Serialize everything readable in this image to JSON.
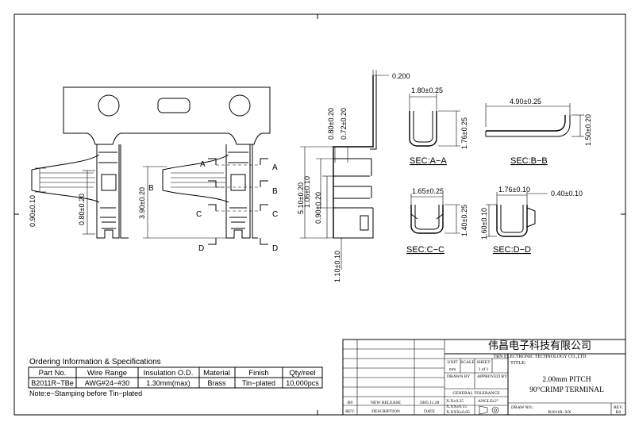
{
  "dimensions": {
    "pitch_height": "0.200",
    "sec_a_width": "1.80±0.25",
    "sec_a_height": "1.76±0.25",
    "sec_b_width": "4.90±0.25",
    "sec_b_height": "1.50±0.20",
    "sec_c_width": "1.65±0.25",
    "sec_c_height": "1.40±0.25",
    "sec_d_width": "1.76±0.10",
    "sec_d_tab": "0.40±0.10",
    "sec_d_height": "1.60±0.10",
    "left_090": "0.90±0.10",
    "left_080": "0.80±0.20",
    "mid_390": "3.90±0.20",
    "side_080": "0.80±0.20",
    "side_072": "0.72±0.20",
    "side_106": "1.06±0.10",
    "side_510": "5.10±0.20",
    "side_090": "0.90±0.20",
    "side_110": "1.10±0.10"
  },
  "section_labels": {
    "a": "A",
    "b": "B",
    "c": "C",
    "d": "D",
    "sec_a": "SEC:A−A",
    "sec_b": "SEC:B−B",
    "sec_c": "SEC:C−C",
    "sec_d": "SEC:D−D"
  },
  "ordering": {
    "title": "Ordering Information & Specifications",
    "headers": [
      "Part No.",
      "Wire Range",
      "Insulation O.D.",
      "Material",
      "Finish",
      "Qty/reel"
    ],
    "row": [
      "B2011R−TBe",
      "AWG#24−#30",
      "1.30mm(max)",
      "Brass",
      "Tin−plated",
      "10,000pcs"
    ],
    "note": "Note:e−Stamping before Tin−plated"
  },
  "title_block": {
    "company_cn": "伟昌电子科技有限公司",
    "company_en": "TRN ELECTRONIC TECHNOLOGY CO.,LTD",
    "unit_label": "UNIT",
    "unit_value": "mm",
    "scale_label": "SCALE",
    "sheet_label": "SHEET",
    "sheet_value": "1 of 1",
    "title_label": "TITLE:",
    "title_line1": "2.00mm PITCH",
    "title_line2": "90°CRIMP TERMINAL",
    "drawn_by": "DRAWN BY",
    "approved_by": "APPROVED BY",
    "general_tolerance": "GENERAL TOLERANCE",
    "angle": "ANGLE",
    "angle_value": "±2°",
    "tol1": "X.X±0.25",
    "tol2": "X.XX±0.15",
    "tol3": "X.XXX±0.05",
    "rev_b0": "B0",
    "new_release": "NEW RELEASE",
    "release_date": "2005.11.28",
    "rev_label": "REV.",
    "description_label": "DESCRIPTION",
    "date_label": "DATE",
    "draw_no_label": "DRAW NO.:",
    "draw_no_value": "B2011R−XX",
    "rev_value": "B0"
  }
}
